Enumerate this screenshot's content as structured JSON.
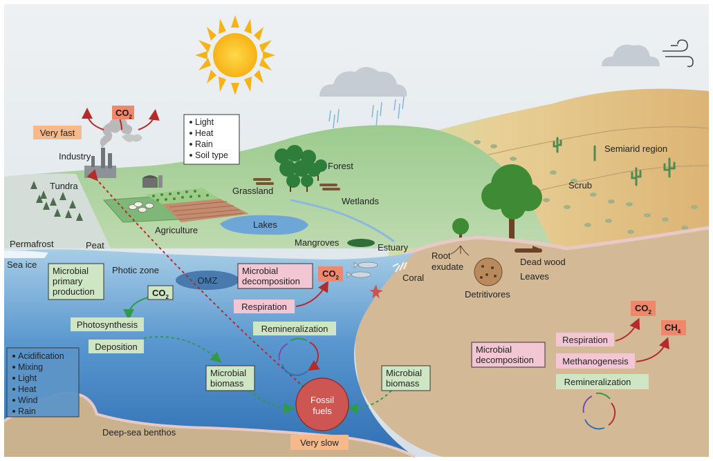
{
  "gases": {
    "co2": "CO",
    "sub2": "2",
    "ch4": "CH",
    "sub4": "4"
  },
  "rates": {
    "fast": "Very fast",
    "slow": "Very slow"
  },
  "land": {
    "industry": "Industry",
    "tundra": "Tundra",
    "forest": "Forest",
    "grassland": "Grassland",
    "wetlands": "Wetlands",
    "semiarid": "Semiarid region",
    "scrub": "Scrub",
    "agriculture": "Agriculture",
    "lakes": "Lakes",
    "permafrost": "Permafrost",
    "peat": "Peat",
    "mangroves": "Mangroves",
    "estuary": "Estuary",
    "root_exudate_1": "Root",
    "root_exudate_2": "exudate",
    "dead_wood": "Dead wood",
    "leaves": "Leaves",
    "detritivores": "Detritivores"
  },
  "land_factors": [
    "Light",
    "Heat",
    "Rain",
    "Soil type"
  ],
  "ocean": {
    "sea_ice": "Sea ice",
    "photic_zone": "Photic zone",
    "omz": "OMZ",
    "coral": "Coral",
    "deep_sea": "Deep-sea benthos"
  },
  "ocean_factors": [
    "Acidification",
    "Mixing",
    "Light",
    "Heat",
    "Wind",
    "Rain"
  ],
  "processes": {
    "microbial_primary_1": "Microbial",
    "microbial_primary_2": "primary",
    "microbial_primary_3": "production",
    "photosynthesis": "Photosynthesis",
    "deposition": "Deposition",
    "microbial_decomp_1": "Microbial",
    "microbial_decomp_2": "decomposition",
    "respiration": "Respiration",
    "remineralization": "Remineralization",
    "microbial_biomass_1": "Microbial",
    "microbial_biomass_2": "biomass",
    "fossil_1": "Fossil",
    "fossil_2": "fuels",
    "methanogenesis": "Methanogenesis"
  },
  "colors": {
    "sky": "#dfe6ec",
    "ocean_top": "#8fc0e0",
    "ocean_deep": "#3f7fbf",
    "land_green": "#a8cf9b",
    "desert": "#e7c48a",
    "soil": "#d8bf9a",
    "co2_box": "#f0876a",
    "pink_box": "#f3c6d3",
    "green_box": "#cfe6c4",
    "orange_box": "#f6b98a",
    "fossil": "#cd5552",
    "arrow_red": "#b52a2a",
    "arrow_green": "#2e9a4a"
  }
}
